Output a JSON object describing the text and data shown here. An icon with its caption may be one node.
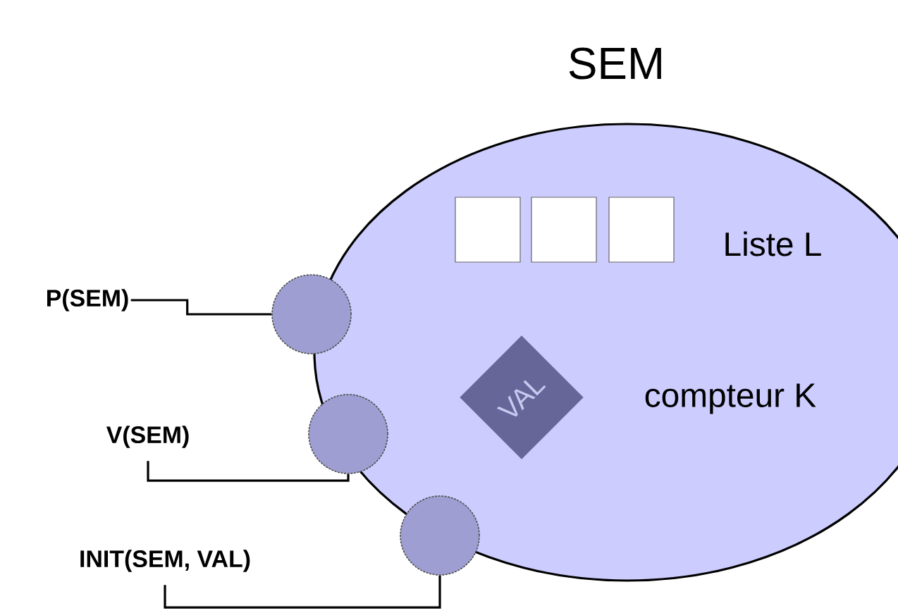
{
  "diagram": {
    "nodes": [
      {
        "text": [
          "SEM"
        ]
      },
      {
        "text": [],
        "shape": "box",
        "in": 0
      },
      {
        "text": [],
        "shape": "box",
        "in": 0
      },
      {
        "text": [],
        "shape": "box",
        "in": 0
      },
      {
        "text": [
          "VAL"
        ],
        "in": 0
      },
      {
        "text": [],
        "shape": "circle"
      },
      {
        "text": [],
        "shape": "circle"
      },
      {
        "text": [],
        "shape": "circle"
      },
      {
        "text": [
          "P(SEM)"
        ]
      },
      {
        "text": [
          "V(SEM)"
        ]
      },
      {
        "text": [
          "INIT(SEM, VAL)"
        ]
      }
    ],
    "edges": [
      {
        "from": 8,
        "to": 5,
        "arrow": "none"
      },
      {
        "from": 9,
        "to": 6,
        "arrow": "none"
      },
      {
        "from": 10,
        "to": 7,
        "arrow": "none"
      }
    ],
    "labels": [
      "Liste L",
      "compteur K"
    ]
  }
}
